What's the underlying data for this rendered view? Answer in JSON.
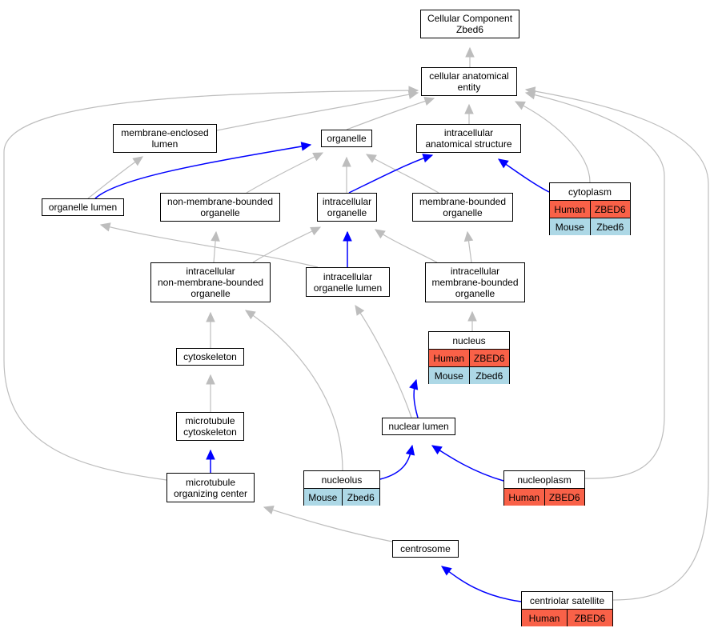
{
  "colors": {
    "edge_default": "#bdbdbd",
    "edge_highlight": "#0000ff",
    "human_cell": "#f96148",
    "mouse_cell": "#add8e6"
  },
  "nodes": {
    "root": {
      "label": "Cellular Component\nZbed6"
    },
    "cae": {
      "label": "cellular anatomical\nentity"
    },
    "mel": {
      "label": "membrane-enclosed\nlumen"
    },
    "org": {
      "label": "organelle"
    },
    "ias": {
      "label": "intracellular\nanatomical structure"
    },
    "ol": {
      "label": "organelle lumen"
    },
    "nmbo": {
      "label": "non-membrane-bounded\norganelle"
    },
    "io": {
      "label": "intracellular\norganelle"
    },
    "mbo": {
      "label": "membrane-bounded\norganelle"
    },
    "cyto": {
      "label": "cytoplasm",
      "rows": [
        [
          "Human",
          "ZBED6"
        ],
        [
          "Mouse",
          "Zbed6"
        ]
      ]
    },
    "inmbo": {
      "label": "intracellular\nnon-membrane-bounded\norganelle"
    },
    "iol": {
      "label": "intracellular\norganelle lumen"
    },
    "imbo": {
      "label": "intracellular\nmembrane-bounded\norganelle"
    },
    "nucleus": {
      "label": "nucleus",
      "rows": [
        [
          "Human",
          "ZBED6"
        ],
        [
          "Mouse",
          "Zbed6"
        ]
      ]
    },
    "csk": {
      "label": "cytoskeleton"
    },
    "mtc": {
      "label": "microtubule\ncytoskeleton"
    },
    "nl": {
      "label": "nuclear lumen"
    },
    "nucleolus": {
      "label": "nucleolus",
      "rows": [
        [
          "Mouse",
          "Zbed6"
        ]
      ]
    },
    "nucleoplasm": {
      "label": "nucleoplasm",
      "rows": [
        [
          "Human",
          "ZBED6"
        ]
      ]
    },
    "mtoc": {
      "label": "microtubule\norganizing center"
    },
    "centrosome": {
      "label": "centrosome"
    },
    "cs": {
      "label": "centriolar satellite",
      "rows": [
        [
          "Human",
          "ZBED6"
        ]
      ]
    }
  },
  "edges": [
    {
      "from": "cae",
      "to": "root",
      "highlight": false
    },
    {
      "from": "mel",
      "to": "cae",
      "highlight": false
    },
    {
      "from": "org",
      "to": "cae",
      "highlight": false
    },
    {
      "from": "ias",
      "to": "cae",
      "highlight": false
    },
    {
      "from": "cyto",
      "to": "cae",
      "highlight": false
    },
    {
      "from": "nucleoplasm",
      "to": "cae",
      "highlight": false
    },
    {
      "from": "cs",
      "to": "cae",
      "highlight": false
    },
    {
      "from": "mtoc",
      "to": "cae",
      "highlight": false
    },
    {
      "from": "ol",
      "to": "mel",
      "highlight": false
    },
    {
      "from": "ol",
      "to": "org",
      "highlight": true
    },
    {
      "from": "nmbo",
      "to": "org",
      "highlight": false
    },
    {
      "from": "io",
      "to": "org",
      "highlight": false
    },
    {
      "from": "mbo",
      "to": "org",
      "highlight": false
    },
    {
      "from": "io",
      "to": "ias",
      "highlight": true
    },
    {
      "from": "cyto",
      "to": "ias",
      "highlight": true
    },
    {
      "from": "inmbo",
      "to": "nmbo",
      "highlight": false
    },
    {
      "from": "inmbo",
      "to": "io",
      "highlight": false
    },
    {
      "from": "iol",
      "to": "io",
      "highlight": true
    },
    {
      "from": "iol",
      "to": "ol",
      "highlight": false
    },
    {
      "from": "imbo",
      "to": "io",
      "highlight": false
    },
    {
      "from": "imbo",
      "to": "mbo",
      "highlight": false
    },
    {
      "from": "nucleus",
      "to": "imbo",
      "highlight": false
    },
    {
      "from": "csk",
      "to": "inmbo",
      "highlight": false
    },
    {
      "from": "nucleolus",
      "to": "inmbo",
      "highlight": false
    },
    {
      "from": "mtc",
      "to": "csk",
      "highlight": false
    },
    {
      "from": "mtoc",
      "to": "mtc",
      "highlight": true
    },
    {
      "from": "nl",
      "to": "iol",
      "highlight": false
    },
    {
      "from": "nl",
      "to": "nucleus",
      "highlight": true
    },
    {
      "from": "nucleolus",
      "to": "nl",
      "highlight": true
    },
    {
      "from": "nucleoplasm",
      "to": "nl",
      "highlight": true
    },
    {
      "from": "centrosome",
      "to": "mtoc",
      "highlight": false
    },
    {
      "from": "cs",
      "to": "centrosome",
      "highlight": true
    }
  ]
}
